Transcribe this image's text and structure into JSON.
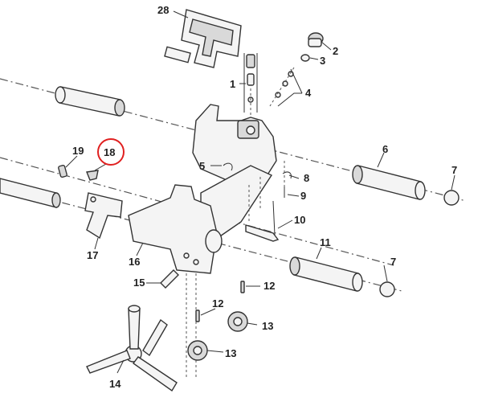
{
  "diagram": {
    "highlight_color": "#e02020",
    "highlighted_callout": "18",
    "callouts": {
      "c1": "1",
      "c2": "2",
      "c3": "3",
      "c4": "4",
      "c5": "5",
      "c6": "6",
      "c7a": "7",
      "c7b": "7",
      "c8": "8",
      "c9": "9",
      "c10": "10",
      "c11": "11",
      "c12a": "12",
      "c12b": "12",
      "c13a": "13",
      "c13b": "13",
      "c14": "14",
      "c15": "15",
      "c16": "16",
      "c17": "17",
      "c18": "18",
      "c19": "19",
      "c28": "28"
    }
  }
}
